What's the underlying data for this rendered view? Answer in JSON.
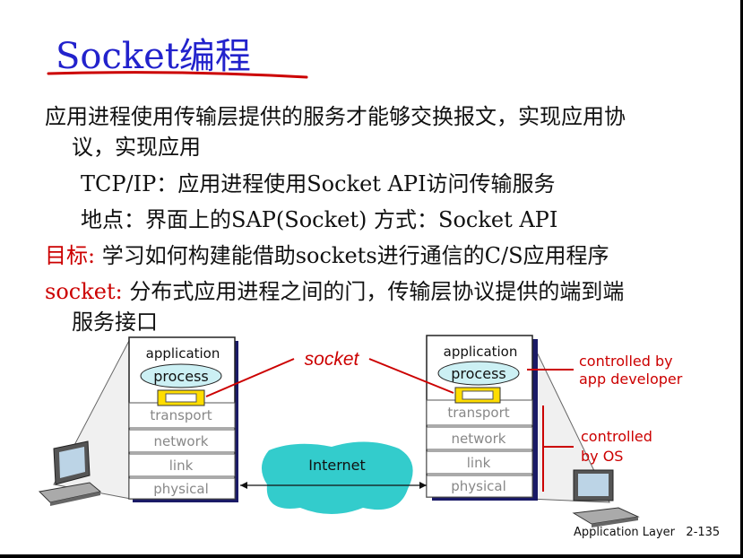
{
  "title": "Socket编程",
  "paragraphs": {
    "p1_line1": "应用进程使用传输层提供的服务才能够交换报文，实现应用协",
    "p1_line2": "议，实现应用",
    "p2": "TCP/IP：应用进程使用Socket API访问传输服务",
    "p3": "地点：界面上的SAP(Socket)  方式：Socket API",
    "goal_label": "目标:",
    "goal_text": " 学习如何构建能借助sockets进行通信的C/S应用程序",
    "socket_label": "socket:",
    "socket_text": " 分布式应用进程之间的门，传输层协议提供的端到端",
    "socket_line2": "服务接口"
  },
  "diagram": {
    "socket_label": "socket",
    "left_stack": {
      "application": "application",
      "process": "process",
      "transport": "transport",
      "network": "network",
      "link": "link",
      "physical": "physical"
    },
    "right_stack": {
      "application": "application",
      "process": "process",
      "transport": "transport",
      "network": "network",
      "link": "link",
      "physical": "physical"
    },
    "internet": "Internet",
    "controlled_app_1": "controlled by",
    "controlled_app_2": "app developer",
    "controlled_os_1": "controlled",
    "controlled_os_2": "by OS"
  },
  "footer": {
    "label": "Application Layer",
    "page": "2-135"
  },
  "colors": {
    "title": "#2222cc",
    "accent_red": "#cc0000",
    "process_fill": "#ccf0f4",
    "internet_fill": "#33cccc",
    "socket_yellow": "#ffdd00"
  }
}
